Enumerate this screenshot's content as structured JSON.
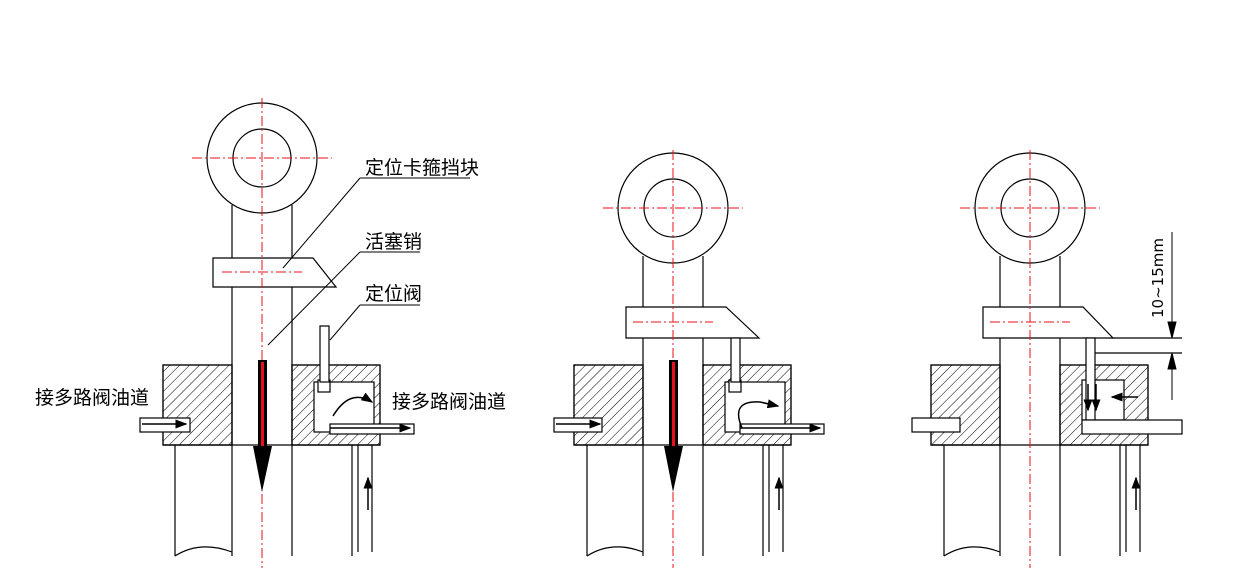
{
  "labels": {
    "stop_block": "定位卡箍挡块",
    "piston_pin": "活塞销",
    "positioning_valve": "定位阀",
    "oil_port_left": "接多路阀油道",
    "oil_port_right": "接多路阀油道"
  },
  "dimension": {
    "gap": "10~15mm"
  },
  "colors": {
    "line": "#000000",
    "centerline": "#e8101a",
    "hatch": "#000000",
    "background": "#ffffff"
  },
  "icons": {
    "flow_arrow": "downward-flow-arrow",
    "oil_arrow": "oil-flow-arrow"
  }
}
